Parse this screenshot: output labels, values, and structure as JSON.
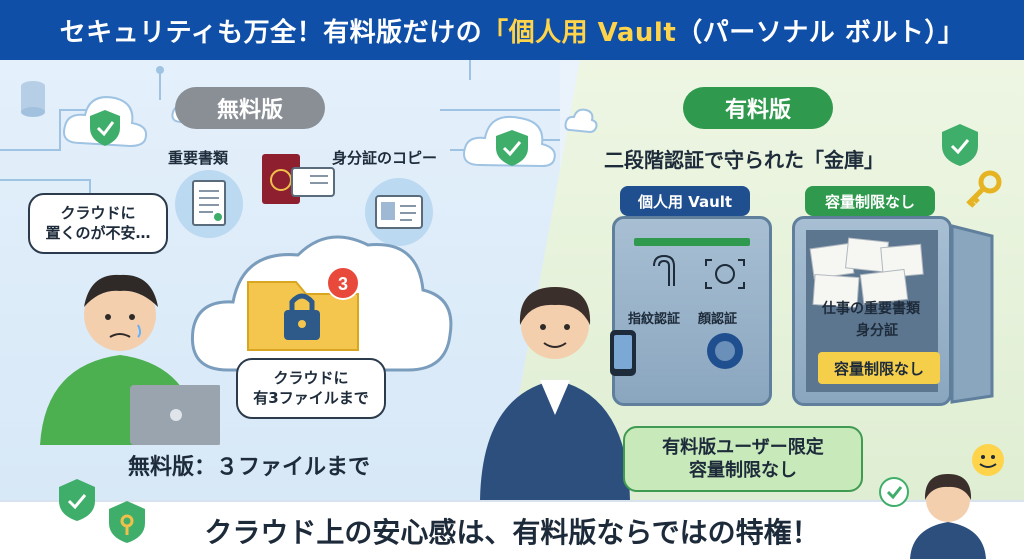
{
  "header": {
    "prefix": "セキュリティも万全！有料版だけの",
    "highlight": "「個人用 Vault",
    "suffix": "（パーソナル ボルト）」"
  },
  "free": {
    "badge": "無料版",
    "doc_label": "重要書類",
    "id_label": "身分証のコピー",
    "person_bubble": [
      "クラウドに",
      "置くのが不安…"
    ],
    "folder_count": "3",
    "cloud_bubble": [
      "クラウドに",
      "有3ファイルまで"
    ],
    "caption": "無料版：３ファイルまで"
  },
  "paid": {
    "badge": "有料版",
    "title": "二段階認証で守られた「金庫」",
    "vault_tag": "個人用 Vault",
    "capacity_tag": "容量制限なし",
    "fingerprint_label": "指紋認証",
    "face_label": "顔認証",
    "paper1": "仕事の重要書類",
    "paper2": "身分証",
    "folder_label": "容量制限なし",
    "green_box": [
      "有料版ユーザー限定",
      "容量制限なし"
    ]
  },
  "footer": {
    "text": "クラウド上の安心感は、有料版ならではの特権！"
  },
  "colors": {
    "header_bg": "#0f4fa8",
    "highlight": "#ffd34a",
    "free_badge": "#8a8f96",
    "paid_badge": "#2f9a4d",
    "vault_tag": "#1f4f8f"
  }
}
